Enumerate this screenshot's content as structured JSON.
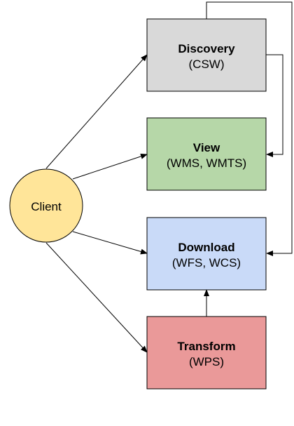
{
  "client": {
    "label": "Client",
    "color": "#ffe599"
  },
  "services": [
    {
      "title": "Discovery",
      "subtitle": "(CSW)",
      "color": "#d9d9d9"
    },
    {
      "title": "View",
      "subtitle": "(WMS, WMTS)",
      "color": "#b6d7a8"
    },
    {
      "title": "Download",
      "subtitle": "(WFS, WCS)",
      "color": "#c9daf8"
    },
    {
      "title": "Transform",
      "subtitle": "(WPS)",
      "color": "#ea9999"
    }
  ],
  "colors": {
    "stroke": "#000000"
  }
}
